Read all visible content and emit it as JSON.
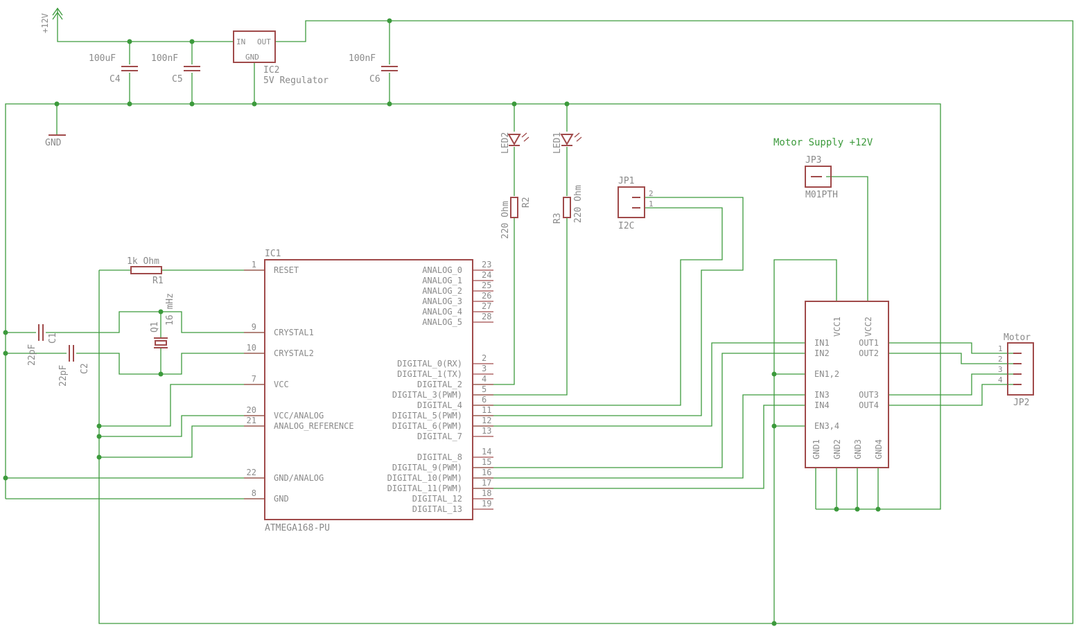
{
  "supply": {
    "label": "+12V"
  },
  "ground": {
    "label": "GND"
  },
  "regulator": {
    "name": "IC2",
    "value": "5V Regulator",
    "pin_in": "IN",
    "pin_out": "OUT",
    "pin_gnd": "GND"
  },
  "caps": {
    "c4": {
      "name": "C4",
      "value": "100uF"
    },
    "c5": {
      "name": "C5",
      "value": "100nF"
    },
    "c6": {
      "name": "C6",
      "value": "100nF"
    },
    "c1": {
      "name": "C1",
      "value": "22pF"
    },
    "c2": {
      "name": "C2",
      "value": "22pF"
    }
  },
  "leds": {
    "led1": {
      "name": "LED1"
    },
    "led2": {
      "name": "LED2"
    }
  },
  "resistors": {
    "r1": {
      "name": "R1",
      "value": "1k Ohm"
    },
    "r2": {
      "name": "R2",
      "value": "220 Ohm"
    },
    "r3": {
      "name": "R3",
      "value": "220 Ohm"
    }
  },
  "crystal": {
    "name": "Q1",
    "value": "16 mHz"
  },
  "jp1": {
    "name": "JP1",
    "value": "I2C",
    "pins": [
      "2",
      "1"
    ]
  },
  "jp3": {
    "name": "JP3",
    "value": "M01PTH",
    "title": "Motor Supply +12V"
  },
  "jp2": {
    "name": "JP2",
    "value": "Motor",
    "pins": [
      "1",
      "2",
      "3",
      "4"
    ]
  },
  "ic1": {
    "name": "IC1",
    "part": "ATMEGA168-PU",
    "left_pins": [
      {
        "num": "1",
        "label": "RESET"
      },
      {
        "num": "9",
        "label": "CRYSTAL1"
      },
      {
        "num": "10",
        "label": "CRYSTAL2"
      },
      {
        "num": "7",
        "label": "VCC"
      },
      {
        "num": "20",
        "label": "VCC/ANALOG"
      },
      {
        "num": "21",
        "label": "ANALOG_REFERENCE"
      },
      {
        "num": "22",
        "label": "GND/ANALOG"
      },
      {
        "num": "8",
        "label": "GND"
      }
    ],
    "right_pins": [
      {
        "num": "23",
        "label": "ANALOG_0"
      },
      {
        "num": "24",
        "label": "ANALOG_1"
      },
      {
        "num": "25",
        "label": "ANALOG_2"
      },
      {
        "num": "26",
        "label": "ANALOG_3"
      },
      {
        "num": "27",
        "label": "ANALOG_4"
      },
      {
        "num": "28",
        "label": "ANALOG_5"
      },
      {
        "num": "2",
        "label": "DIGITAL_0(RX)"
      },
      {
        "num": "3",
        "label": "DIGITAL_1(TX)"
      },
      {
        "num": "4",
        "label": "DIGITAL_2"
      },
      {
        "num": "5",
        "label": "DIGITAL_3(PWM)"
      },
      {
        "num": "6",
        "label": "DIGITAL_4"
      },
      {
        "num": "11",
        "label": "DIGITAL_5(PWM)"
      },
      {
        "num": "12",
        "label": "DIGITAL_6(PWM)"
      },
      {
        "num": "13",
        "label": "DIGITAL_7"
      },
      {
        "num": "14",
        "label": "DIGITAL_8"
      },
      {
        "num": "15",
        "label": "DIGITAL_9(PWM)"
      },
      {
        "num": "16",
        "label": "DIGITAL_10(PWM)"
      },
      {
        "num": "17",
        "label": "DIGITAL_11(PWM)"
      },
      {
        "num": "18",
        "label": "DIGITAL_12"
      },
      {
        "num": "19",
        "label": "DIGITAL_13"
      }
    ]
  },
  "driver": {
    "left_pins": [
      "IN1",
      "IN2",
      "EN1,2",
      "IN3",
      "IN4",
      "EN3,4"
    ],
    "right_pins": [
      "OUT1",
      "OUT2",
      "OUT3",
      "OUT4"
    ],
    "top_pins": [
      "VCC1",
      "VCC2"
    ],
    "bottom_pins": [
      "GND1",
      "GND2",
      "GND3",
      "GND4"
    ]
  }
}
